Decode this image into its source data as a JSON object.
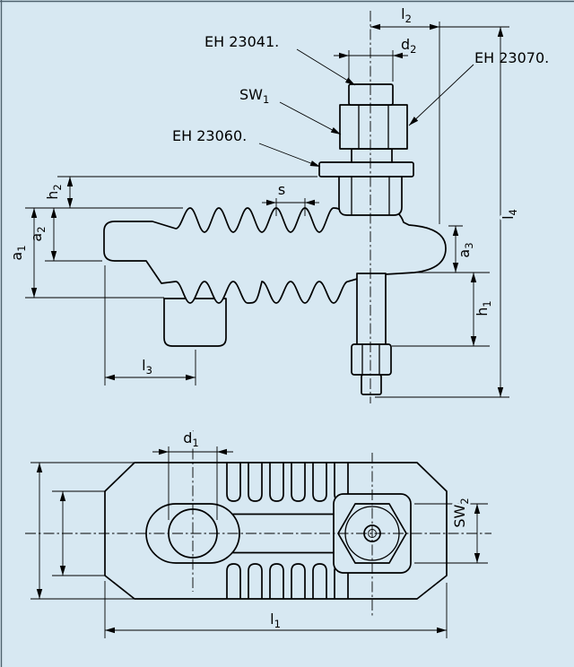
{
  "drawing": {
    "background_color": "#d7e8f2",
    "line_color": "#000000",
    "labels": {
      "eh23041": "EH 23041.",
      "eh23070": "EH 23070.",
      "eh23060": "EH 23060.",
      "sw1": {
        "base": "SW",
        "sub": "1"
      },
      "sw2": {
        "base": "SW",
        "sub": "2"
      },
      "l1": {
        "base": "l",
        "sub": "1"
      },
      "l2": {
        "base": "l",
        "sub": "2"
      },
      "l3": {
        "base": "l",
        "sub": "3"
      },
      "l4": {
        "base": "l",
        "sub": "4"
      },
      "h1": {
        "base": "h",
        "sub": "1"
      },
      "h2": {
        "base": "h",
        "sub": "2"
      },
      "a1": {
        "base": "a",
        "sub": "1"
      },
      "a2": {
        "base": "a",
        "sub": "2"
      },
      "a3": {
        "base": "a",
        "sub": "3"
      },
      "d1": {
        "base": "d",
        "sub": "1"
      },
      "d2": {
        "base": "d",
        "sub": "2"
      },
      "s": {
        "base": "s",
        "sub": ""
      }
    }
  }
}
